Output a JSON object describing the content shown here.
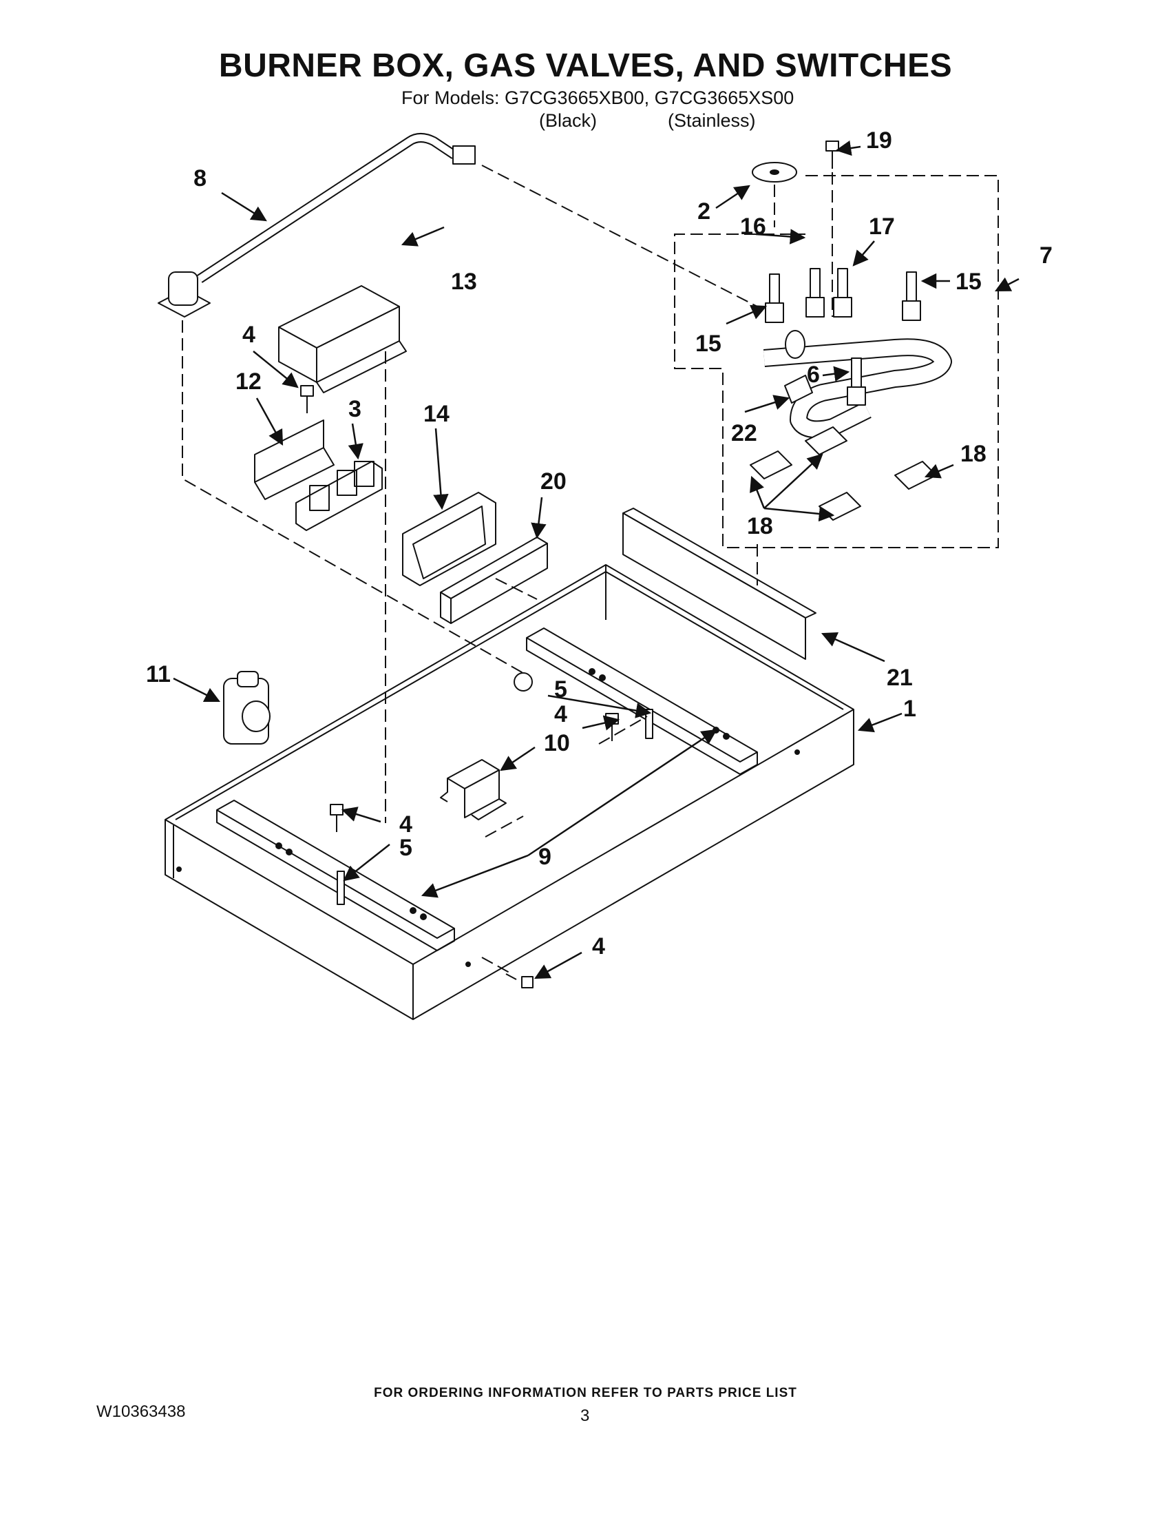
{
  "header": {
    "title": "BURNER BOX, GAS VALVES, AND SWITCHES",
    "models_line": "For Models: G7CG3665XB00, G7CG3665XS00",
    "variant_black": "(Black)",
    "variant_stainless": "(Stainless)"
  },
  "callouts": {
    "p1": "1",
    "p2": "2",
    "p3": "3",
    "p4": "4",
    "p5": "5",
    "p6": "6",
    "p7": "7",
    "p8": "8",
    "p9": "9",
    "p10": "10",
    "p11": "11",
    "p12": "12",
    "p13": "13",
    "p14": "14",
    "p15": "15",
    "p16": "16",
    "p17": "17",
    "p18": "18",
    "p19": "19",
    "p20": "20",
    "p21": "21",
    "p22": "22"
  },
  "footer": {
    "ordering_note": "FOR ORDERING INFORMATION REFER TO PARTS PRICE LIST",
    "doc_number": "W10363438",
    "page_number": "3"
  }
}
